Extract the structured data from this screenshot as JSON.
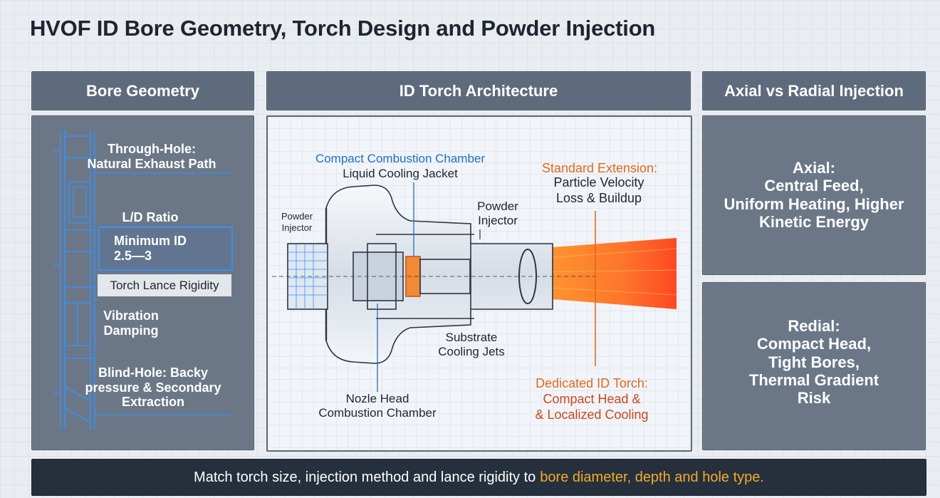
{
  "title": "HVOF ID Bore Geometry, Torch Design and Powder Injection",
  "columns": {
    "left": {
      "header": "Bore Geometry"
    },
    "center": {
      "header": "ID Torch Architecture"
    },
    "right": {
      "header": "Axial vs Radial Injection"
    }
  },
  "bore": {
    "through_hole": "Through-Hole:\nNatural Exhaust Path",
    "ld_ratio": "L/D Ratio",
    "min_id": "Minimum ID\n2.5—3",
    "lance": "Torch Lance Rigidity",
    "vibration": "Vibration\nDamping",
    "blind_hole": "Blind-Hole: Backy\npressure & Secondary\nExtraction"
  },
  "torch": {
    "compact_chamber": "Compact Combustion Chamber",
    "cooling_jacket": "Liquid Cooling Jacket",
    "powder_injector_left": "Powder\nInjector",
    "powder_injector_top": "Powder\nInjector",
    "standard_extension": "Standard Extension:",
    "particle_velocity": "Particle Velocity\nLoss & Buildup",
    "substrate_cooling": "Substrate\nCooling Jets",
    "nozzle_head": "Nozle Head\nCombustion Chamber",
    "dedicated_title": "Dedicated ID Torch:",
    "dedicated_body": "Compact Head &\n& Localized Cooling"
  },
  "injection": {
    "axial": "Axial:\nCentral Feed,\nUniform Heating, Higher\nKinetic Energy",
    "radial": "Redial:\nCompact Head,\nTight Bores,\nThermal Gradient\nRisk"
  },
  "footer": {
    "prefix": "Match torch size, injection method and lance rigidity to",
    "highlight": "bore diameter, depth and hole type."
  },
  "colors": {
    "header_bg": "#5e6b7c",
    "panel_bg": "#6b7787",
    "blueprint_blue": "#3b8ff0",
    "label_blue": "#1f6fc4",
    "label_orange": "#e06a1b",
    "highlight": "#f7a928",
    "footer_bg": "#26303d"
  }
}
